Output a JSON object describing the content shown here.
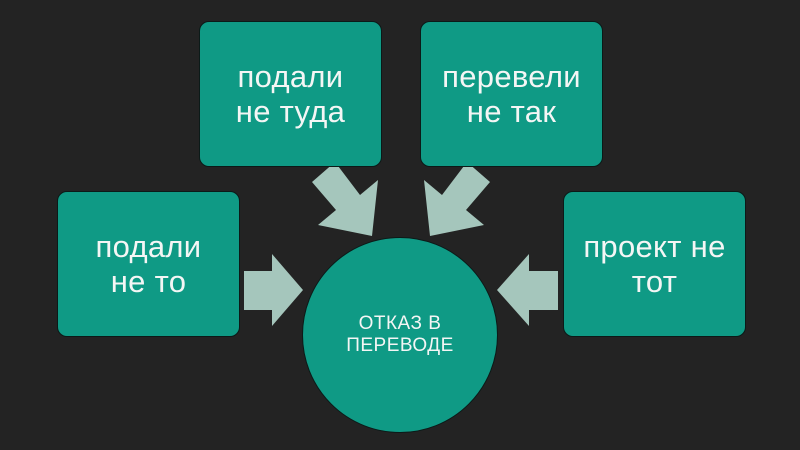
{
  "colors": {
    "background": "#232323",
    "node_fill": "#0f9a85",
    "arrow_fill": "#a5c6bc",
    "text": "#f4f6f5"
  },
  "center": {
    "line1": "ОТКАЗ В",
    "line2": "ПЕРЕВОДЕ"
  },
  "causes": [
    {
      "line1": "подали",
      "line2": "не то"
    },
    {
      "line1": "подали",
      "line2": "не туда"
    },
    {
      "line1": "перевели",
      "line2": "не так"
    },
    {
      "line1": "проект не",
      "line2": "тот"
    }
  ]
}
